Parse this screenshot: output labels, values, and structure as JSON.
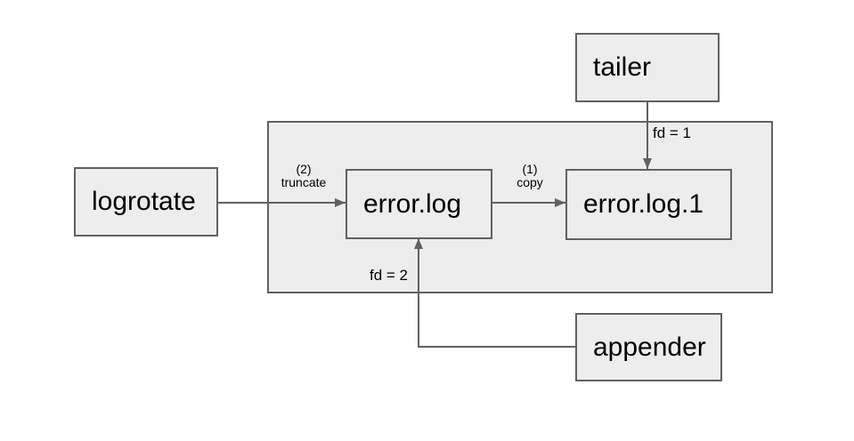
{
  "diagram": {
    "nodes": {
      "tailer": {
        "label": "tailer"
      },
      "logrotate": {
        "label": "logrotate"
      },
      "error_log": {
        "label": "error.log"
      },
      "error_log_1": {
        "label": "error.log.1"
      },
      "appender": {
        "label": "appender"
      }
    },
    "edges": {
      "truncate": {
        "step": "(2)",
        "action": "truncate"
      },
      "copy": {
        "step": "(1)",
        "action": "copy"
      },
      "tailer_fd": {
        "label": "fd = 1"
      },
      "appender_fd": {
        "label": "fd = 2"
      }
    }
  },
  "colors": {
    "background": "#ffffff",
    "node_fill": "#ededed",
    "node_border": "#616161",
    "arrow": "#616161",
    "text": "#000000"
  }
}
